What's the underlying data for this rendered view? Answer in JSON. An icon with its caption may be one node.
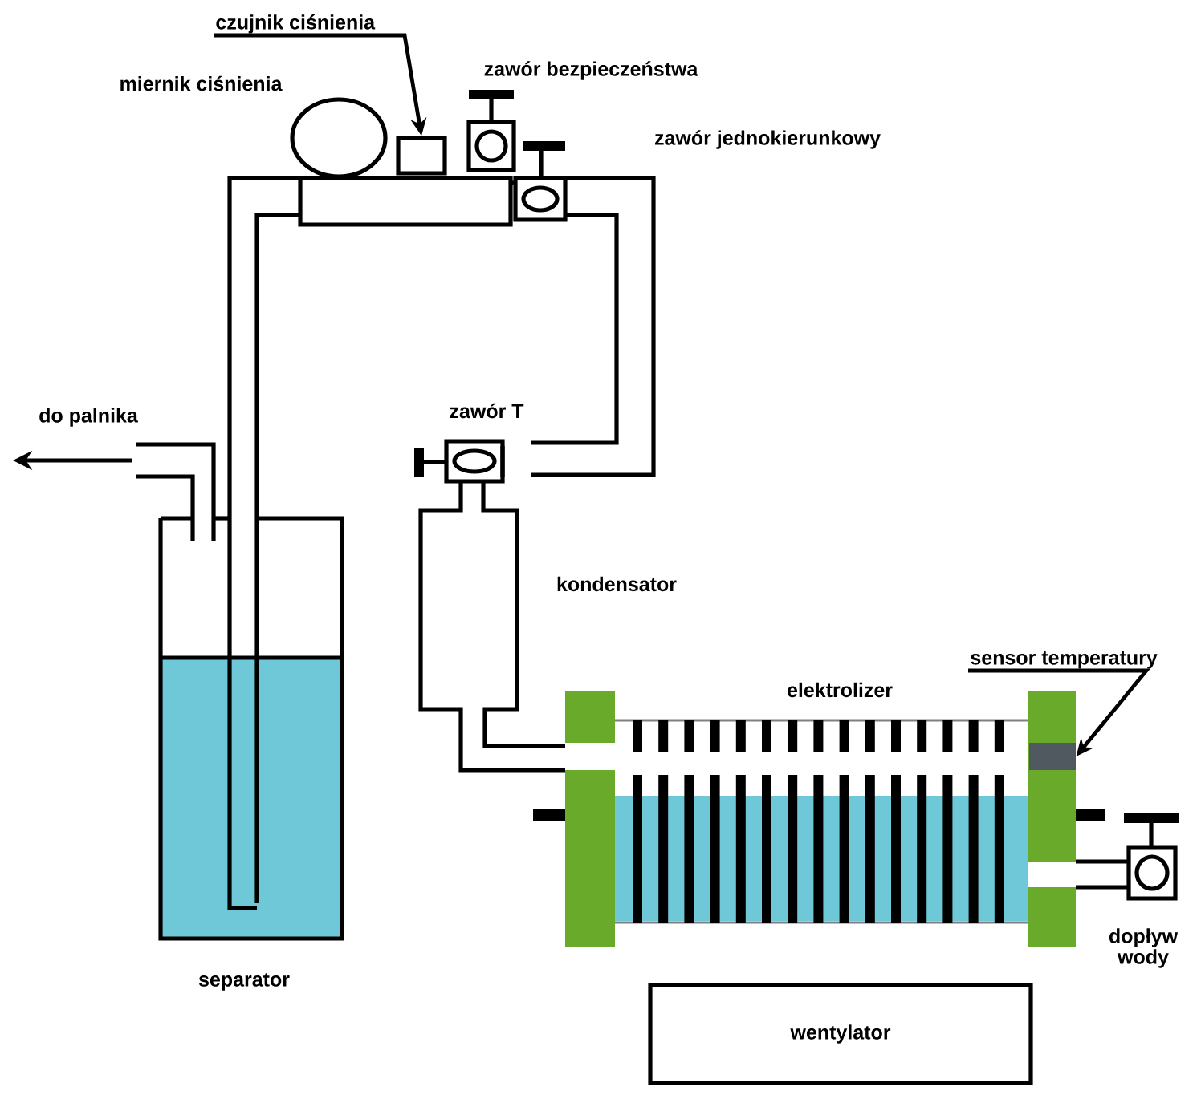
{
  "diagram": {
    "nodes": [
      {
        "text": [
          "czujnik ciśnienia"
        ]
      },
      {
        "text": [],
        "shape": "box"
      },
      {
        "text": [
          "sensor temperatury"
        ]
      },
      {
        "text": [],
        "shape": "box"
      },
      {
        "text": [
          "wentylator"
        ]
      }
    ],
    "edges": [
      {
        "from": 0,
        "to": 1,
        "arrow": "to"
      },
      {
        "from": 2,
        "to": 3,
        "arrow": "to"
      }
    ],
    "labels": [
      "miernik ciśnienia",
      "zawór bezpieczeństwa",
      "zawór jednokierunkowy",
      "do palnika",
      "zawór T",
      "kondensator",
      "elektrolizer",
      "separator",
      "dopływ wody"
    ]
  }
}
